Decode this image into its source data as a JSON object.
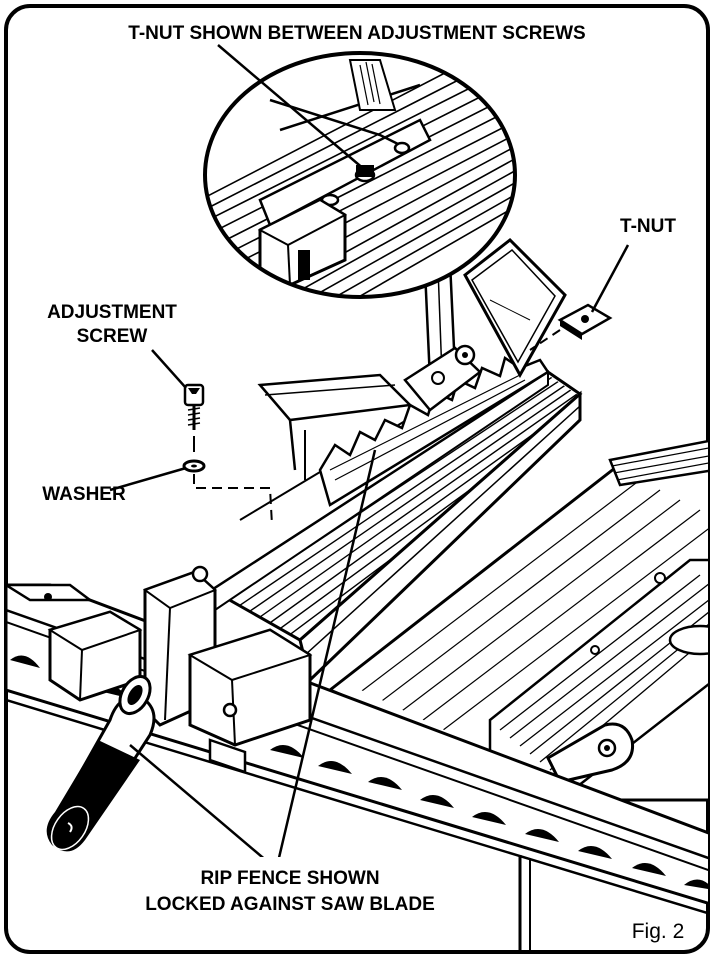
{
  "labels": {
    "tnut_top": "T-NUT SHOWN BETWEEN ADJUSTMENT SCREWS",
    "tnut": "T-NUT",
    "adjustment_screw_line1": "ADJUSTMENT",
    "adjustment_screw_line2": "SCREW",
    "washer": "WASHER",
    "rip_fence_line1": "RIP FENCE SHOWN",
    "rip_fence_line2": "LOCKED AGAINST SAW BLADE",
    "figure": "Fig. 2"
  }
}
